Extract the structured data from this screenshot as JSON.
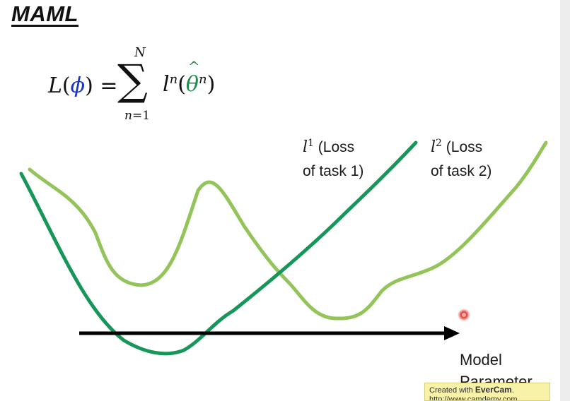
{
  "title": "MAML",
  "formula": {
    "lhs_symbol": "L",
    "lhs_param": "ϕ",
    "equals": "=",
    "sum_symbol": "∑",
    "sum_upper": "N",
    "sum_lower_var": "n",
    "sum_lower_rest": "=1",
    "term_symbol": "l",
    "term_sup": "n",
    "theta": "θ",
    "theta_hat": "^",
    "theta_sup": "n"
  },
  "curve_labels": {
    "l1": {
      "symbol": "l",
      "sup": "1",
      "line1": " (Loss",
      "line2": "of task 1)"
    },
    "l2": {
      "symbol": "l",
      "sup": "2",
      "line1": " (Loss",
      "line2": "of task 2)"
    }
  },
  "axis": {
    "label_line1": "Model",
    "label_line2": "Parameter"
  },
  "colors": {
    "task1_curve": "#17965a",
    "task2_curve": "#93c45a",
    "axis": "#000000",
    "phi": "#1a33cc",
    "theta": "#1d8a4e",
    "pointer": "#e0312b"
  },
  "watermark": {
    "prefix": "Created with ",
    "brand": "EverCam",
    "suffix": ".",
    "url": "http://www.camdemy.com"
  }
}
